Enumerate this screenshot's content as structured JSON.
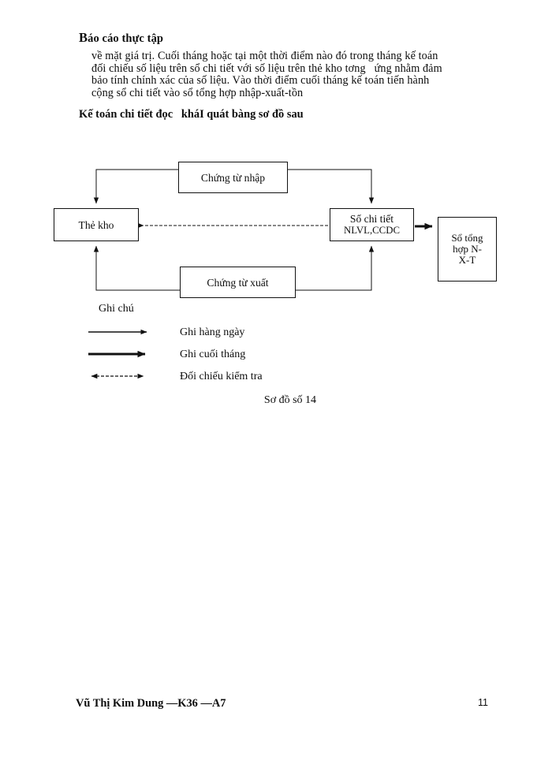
{
  "document": {
    "running_head": {
      "dropcap": "B",
      "rest": "áo cáo thực tập"
    },
    "paragraph_lines": [
      "về mặt giá trị. Cuối tháng hoặc tại một thời điểm nào đó trong tháng kế toán",
      "đối chiếu số liệu trên sổ chi tiết với số liệu trên thẻ kho tơng   ứng nhằm đảm",
      "bảo tính chính xác của số liệu. Vào thời điểm cuối tháng kế toán tiến hành",
      "cộng sổ chi tiết vào sổ tổng hợp nhập-xuất-tồn"
    ],
    "sub_heading": "Kế toán chi tiết đọc   kháI quát bàng sơ đồ sau",
    "caption": "Sơ đồ số 14",
    "footer": {
      "author": "Vũ Thị Kim Dung —K36 —A7",
      "page_number": "11"
    }
  },
  "diagram": {
    "boxes": [
      {
        "id": "box-nhap",
        "line1": "Chứng từ nhập",
        "line2": ""
      },
      {
        "id": "box-thekho",
        "line1": "Thẻ kho",
        "line2": ""
      },
      {
        "id": "box-sct",
        "line1": "Sổ chi tiết",
        "line2": "NLVL,CCDC"
      },
      {
        "id": "box-sth",
        "line1": "Sổ tổng",
        "line2": "hợp N-",
        "line3": "X-T"
      },
      {
        "id": "box-xuat",
        "line1": "Chứng từ xuất",
        "line2": ""
      }
    ],
    "legend": {
      "title": "Ghi chú",
      "items": [
        {
          "style": "thin-solid-arrow",
          "label": "Ghi hàng ngày"
        },
        {
          "style": "thick-solid-arrow",
          "label": "Ghi cuối tháng"
        },
        {
          "style": "dashed-double-arrow",
          "label": "Đối chiếu kiểm tra"
        }
      ]
    },
    "line_color": "#111111"
  }
}
